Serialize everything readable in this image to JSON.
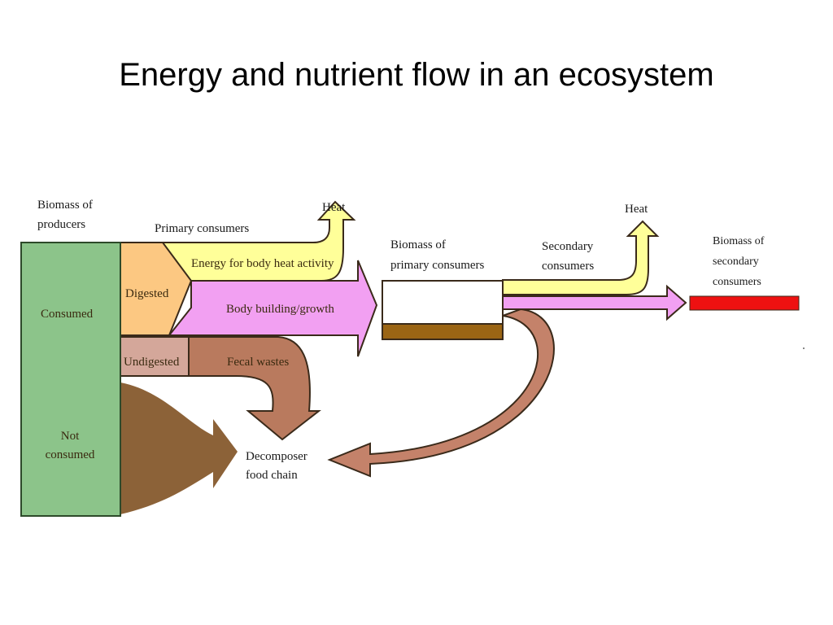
{
  "title": "Energy and nutrient flow in an ecosystem",
  "labels": {
    "biomass_producers": [
      "Biomass of",
      "producers"
    ],
    "primary_consumers": "Primary consumers",
    "heat_1": "Heat",
    "energy_body_heat": "Energy for body heat activity",
    "digested": "Digested",
    "body_building": "Body building/growth",
    "consumed": "Consumed",
    "undigested": "Undigested",
    "fecal_wastes": "Fecal wastes",
    "not_consumed": [
      "Not",
      "consumed"
    ],
    "decomposer": [
      "Decomposer",
      "food chain"
    ],
    "biomass_primary": [
      "Biomass of",
      "primary consumers"
    ],
    "secondary_consumers": [
      "Secondary",
      "consumers"
    ],
    "heat_2": "Heat",
    "biomass_secondary": [
      "Biomass of",
      "secondary",
      "consumers"
    ]
  },
  "colors": {
    "producers": "#8cc48a",
    "digested": "#fcc882",
    "heat_flow": "#ffff99",
    "growth_flow": "#f2a0f2",
    "undigested": "#d4a79a",
    "fecal": "#b97a5e",
    "not_consumed": "#8c6238",
    "primary_band": "#9b6514",
    "secondary_bar": "#ee1111"
  }
}
